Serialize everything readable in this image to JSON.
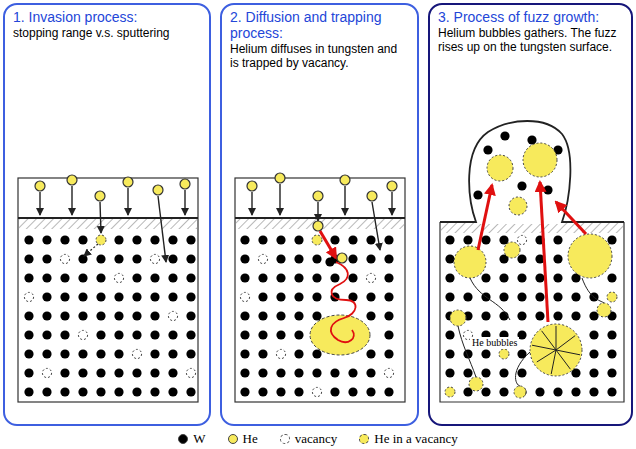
{
  "diagram": {
    "nodes": [
      {
        "text": [
          "1. Invasion process:",
          "stopping range v.s. sputtering"
        ]
      },
      {
        "text": [
          "2. Diffusion and trapping process:",
          "Helium diffuses in tungsten and is trapped by vacancy."
        ]
      },
      {
        "text": [
          "3. Process of fuzz growth:",
          "Helium bubbles gathers. The fuzz rises up on the tungsten surface."
        ]
      }
    ],
    "labels": [
      "He bubbles"
    ],
    "legend": [
      {
        "text": "W",
        "color": "#000000"
      },
      {
        "text": "He",
        "color": "#f7ea5c"
      },
      {
        "text": "vacancy"
      },
      {
        "text": "He in a vacancy",
        "color": "#f7ea5c"
      }
    ]
  }
}
